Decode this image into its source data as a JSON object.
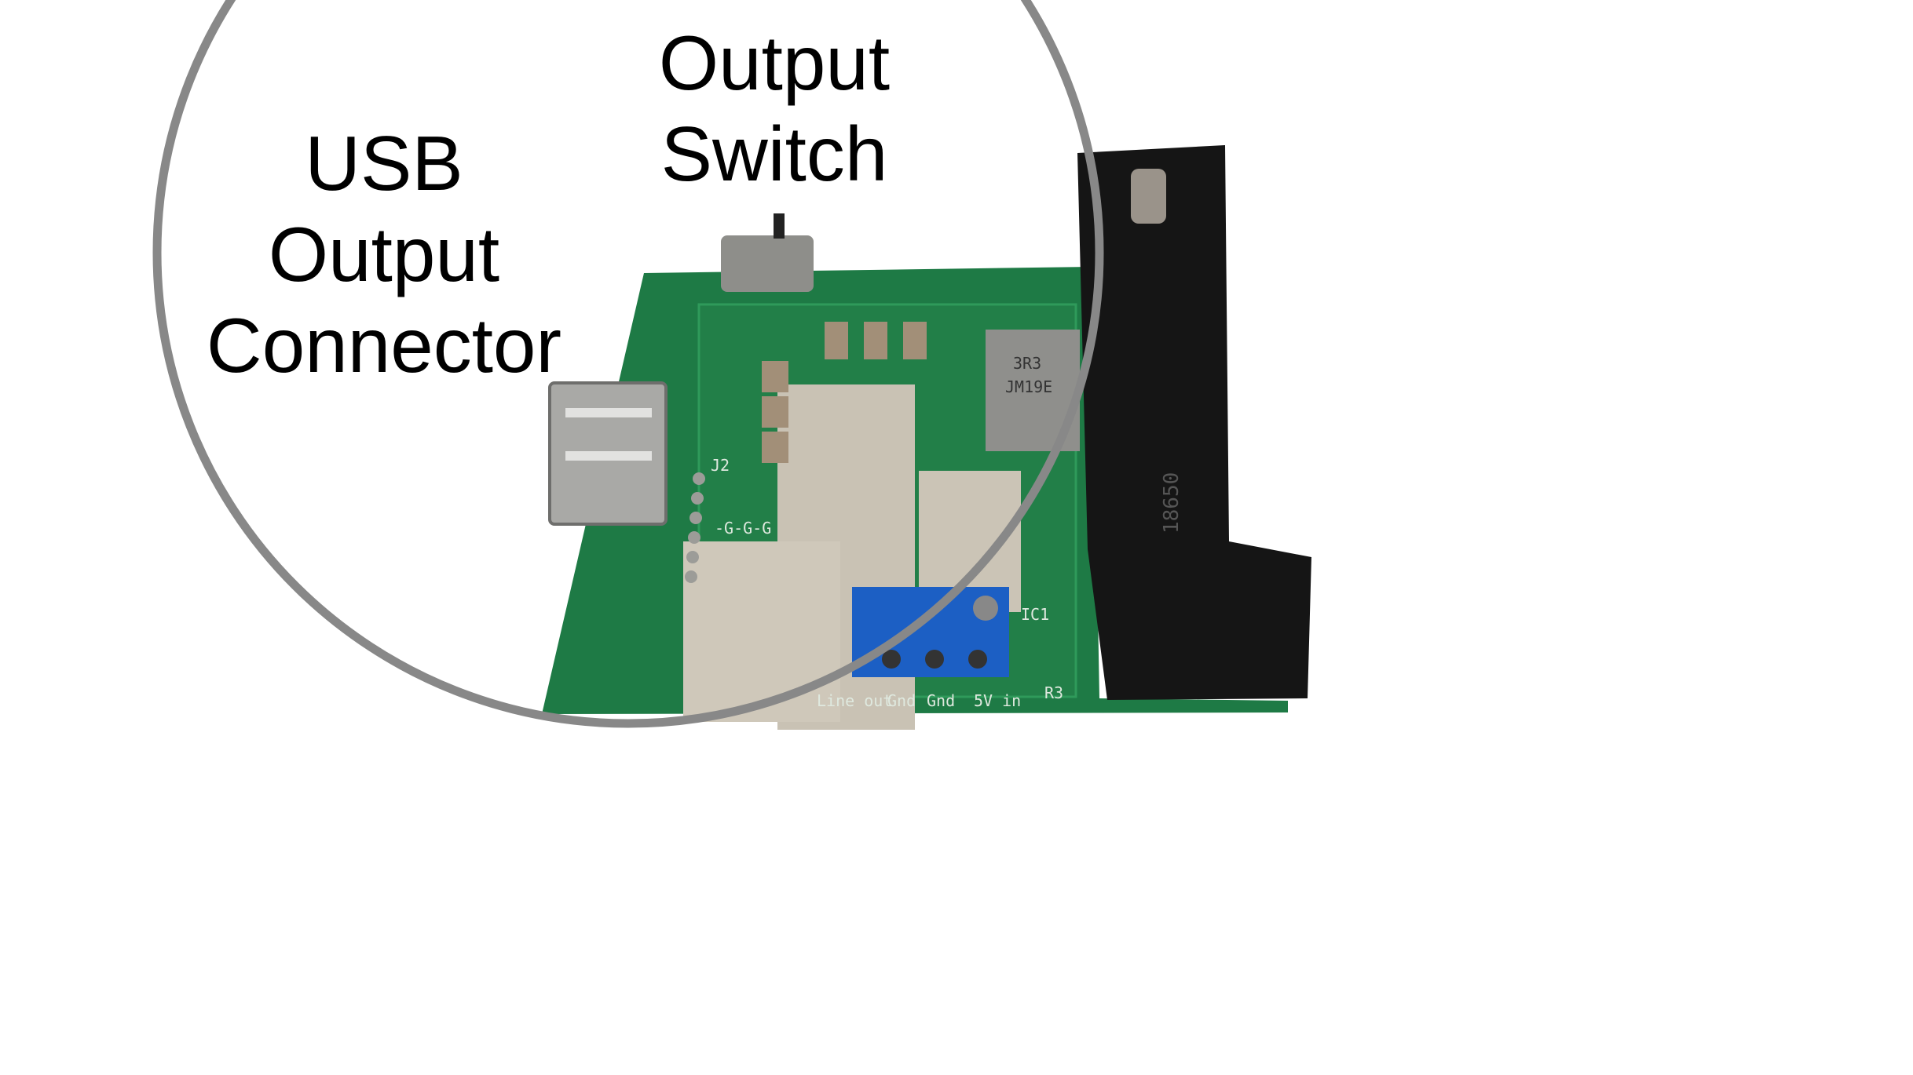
{
  "callouts": {
    "usb": {
      "lines": [
        "USB",
        "Output",
        "Connector"
      ]
    },
    "switch": {
      "lines": [
        "Output",
        "Switch"
      ]
    }
  },
  "board_silkscreen": {
    "terminals": [
      "5V in",
      "Gnd",
      "Gnd",
      "Line out"
    ],
    "inductor": [
      "3R3",
      "JM19E"
    ],
    "battery": "18650",
    "ic": "IC1",
    "connector": "J2",
    "resistor": "R3",
    "header": "-G-G-G"
  },
  "colors": {
    "board": "#1e7a45",
    "magnifier_ring": "#888888",
    "battery_holder": "#151515",
    "terminal_block": "#1c5fc4"
  }
}
